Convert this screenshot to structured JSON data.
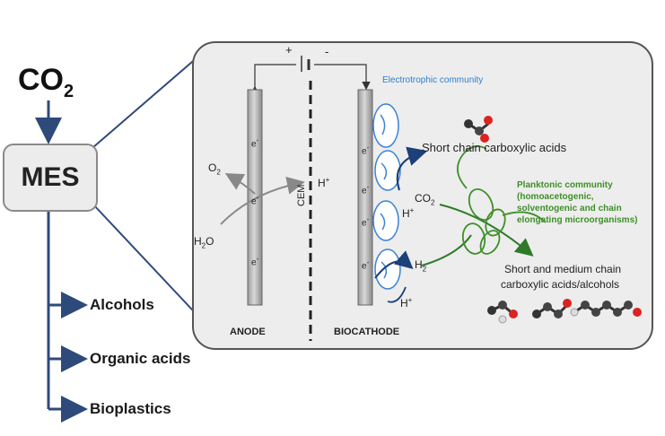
{
  "co2_main": "CO",
  "co2_main_sub": "2",
  "mes_label": "MES",
  "products": [
    "Alcohols",
    "Organic acids",
    "Bioplastics"
  ],
  "panel": {
    "plus": "+",
    "minus": "-",
    "electrotrophic": "Electrotrophic community",
    "short_chain": "Short chain carboxylic acids",
    "planktonic_title": "Planktonic community",
    "planktonic_lines": [
      "(homoacetogenic,",
      "solventogenic and chain",
      "elongating microorganisms)"
    ],
    "short_medium_line1": "Short and medium chain",
    "short_medium_line2": "carboxylic acids/alcohols",
    "o2": "O",
    "o2_sub": "2",
    "h2o": "H",
    "h2o_sub": "2",
    "h2o_end": "O",
    "h_plus": "H",
    "plus_sup": "+",
    "cem": "CEM",
    "co2": "CO",
    "co2_sub": "2",
    "h2": "H",
    "h2_sub": "2",
    "electron": "e",
    "electron_sup": "-",
    "anode": "ANODE",
    "biocathode": "BIOCATHODE"
  }
}
